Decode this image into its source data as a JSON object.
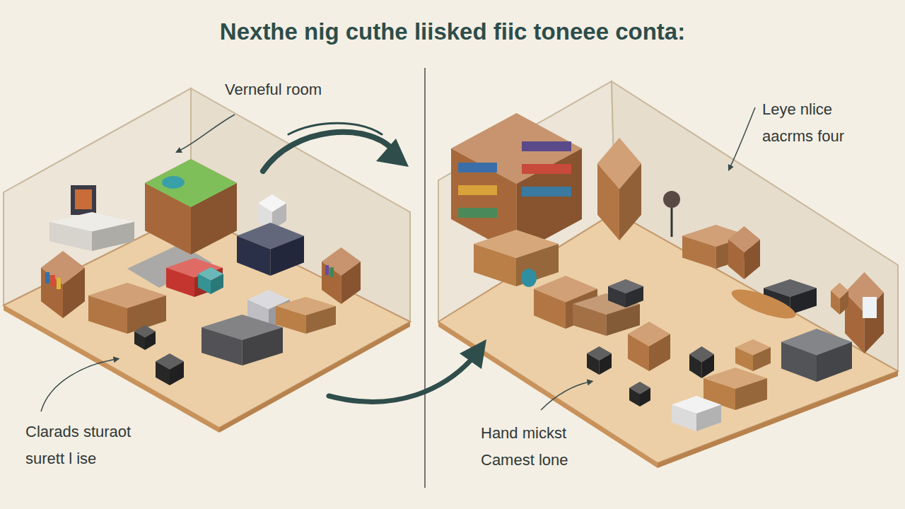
{
  "diagram": {
    "title": "Nexthe nig cuthe liisked fiic toneee conta:",
    "labels": [
      "Verneful room",
      "Leye nlice aacrms four",
      "Clarads sturaot surett l ise",
      "Hand mickst Camest lone"
    ]
  }
}
